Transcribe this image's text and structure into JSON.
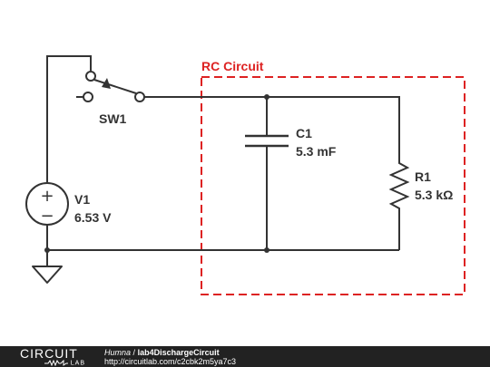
{
  "colors": {
    "wire": "#333333",
    "accent": "#dd2222",
    "footer_bg": "#222222"
  },
  "rc_box": {
    "label": "RC Circuit"
  },
  "components": {
    "switch": {
      "name": "SW1"
    },
    "source": {
      "name": "V1",
      "value": "6.53 V",
      "plus": "+",
      "minus": "−"
    },
    "capacitor": {
      "name": "C1",
      "value": "5.3 mF"
    },
    "resistor": {
      "name": "R1",
      "value": "5.3 kΩ"
    }
  },
  "footer": {
    "logo_top": "CIRCUIT",
    "logo_bottom": "LAB",
    "author": "Humna",
    "separator": "/",
    "circuit_name": "lab4DischargeCircuit",
    "url": "http://circuitlab.com/c2cbk2m5ya7c3"
  }
}
